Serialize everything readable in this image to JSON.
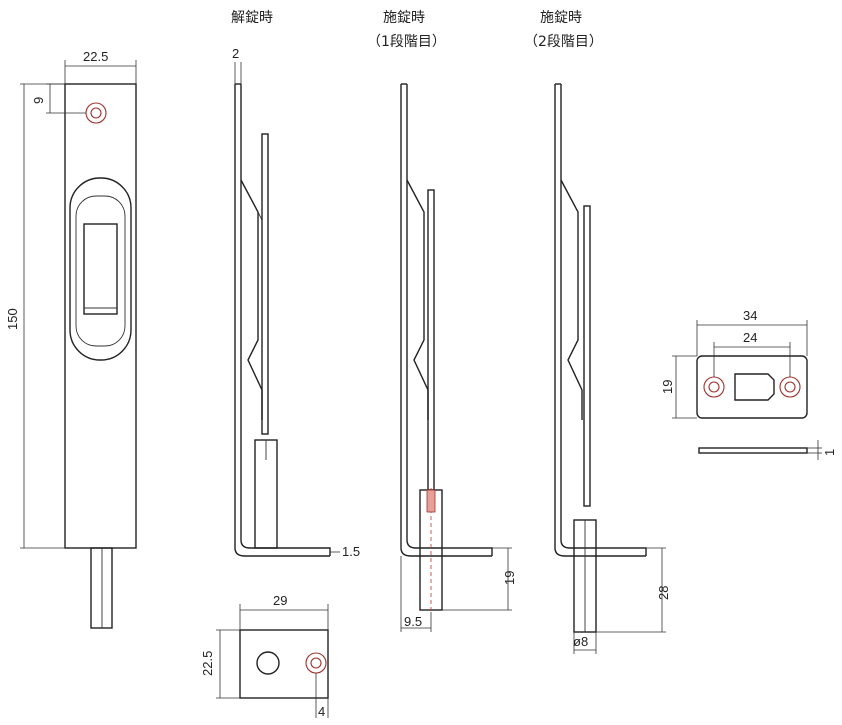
{
  "labels": {
    "state_unlocked": "解錠時",
    "state_locked_1": "施錠時",
    "state_locked_1_sub": "（1段階目）",
    "state_locked_2": "施錠時",
    "state_locked_2_sub": "（2段階目）"
  },
  "dimensions": {
    "plate_width": "22.5",
    "hole_offset": "9",
    "plate_length": "150",
    "side_top": "2",
    "side_bottom": "1.5",
    "strike_width": "29",
    "strike_height": "22.5",
    "strike_hole_offset": "4",
    "bolt_offset": "9.5",
    "throw_1": "19",
    "throw_2": "28",
    "bolt_diameter": "ø8",
    "keeper_outer": "34",
    "keeper_inner": "24",
    "keeper_height": "19",
    "keeper_thickness": "1"
  },
  "colors": {
    "line": "#222222",
    "hole": "#a0302b",
    "centerline": "#c0392b"
  }
}
